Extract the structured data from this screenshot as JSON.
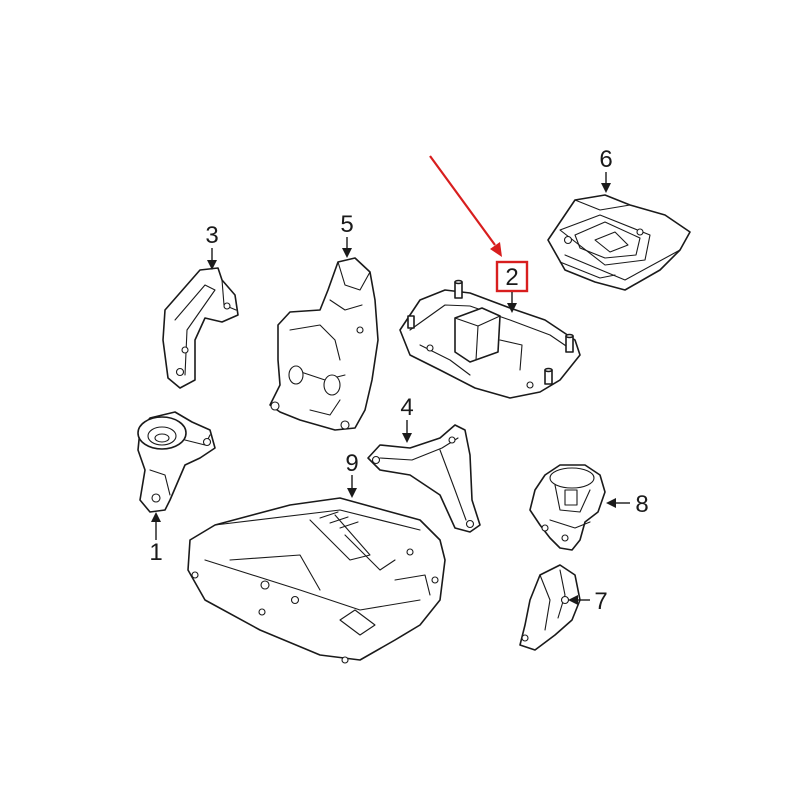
{
  "callouts": {
    "c1": "1",
    "c2": "2",
    "c3": "3",
    "c4": "4",
    "c5": "5",
    "c6": "6",
    "c7": "7",
    "c8": "8",
    "c9": "9"
  },
  "highlighted_callout": "2",
  "colors": {
    "line": "#1a1a1a",
    "highlight": "#d81e1e",
    "background": "#ffffff"
  }
}
